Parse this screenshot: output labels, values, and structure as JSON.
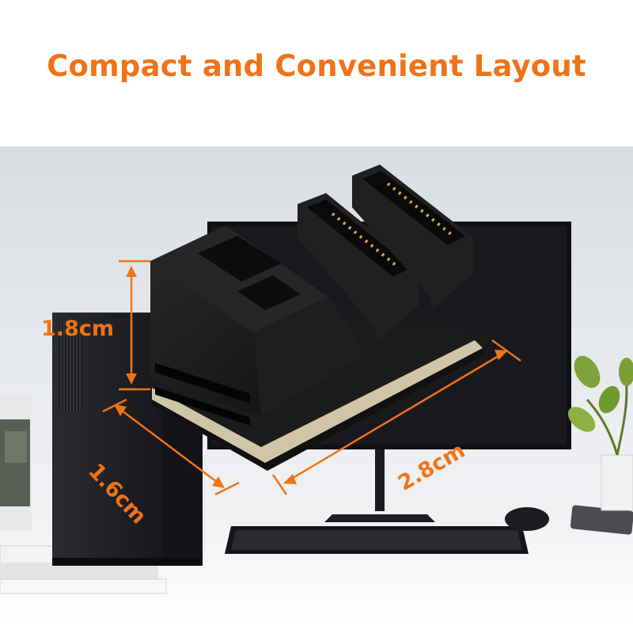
{
  "headline": "Compact and Convenient Layout",
  "dimensions": {
    "height": "1.8cm",
    "depth": "1.6cm",
    "width": "2.8cm"
  },
  "colors": {
    "accent": "#f07318",
    "connector": "#1b1b1b",
    "pcb_edge": "#cfc6a8"
  }
}
